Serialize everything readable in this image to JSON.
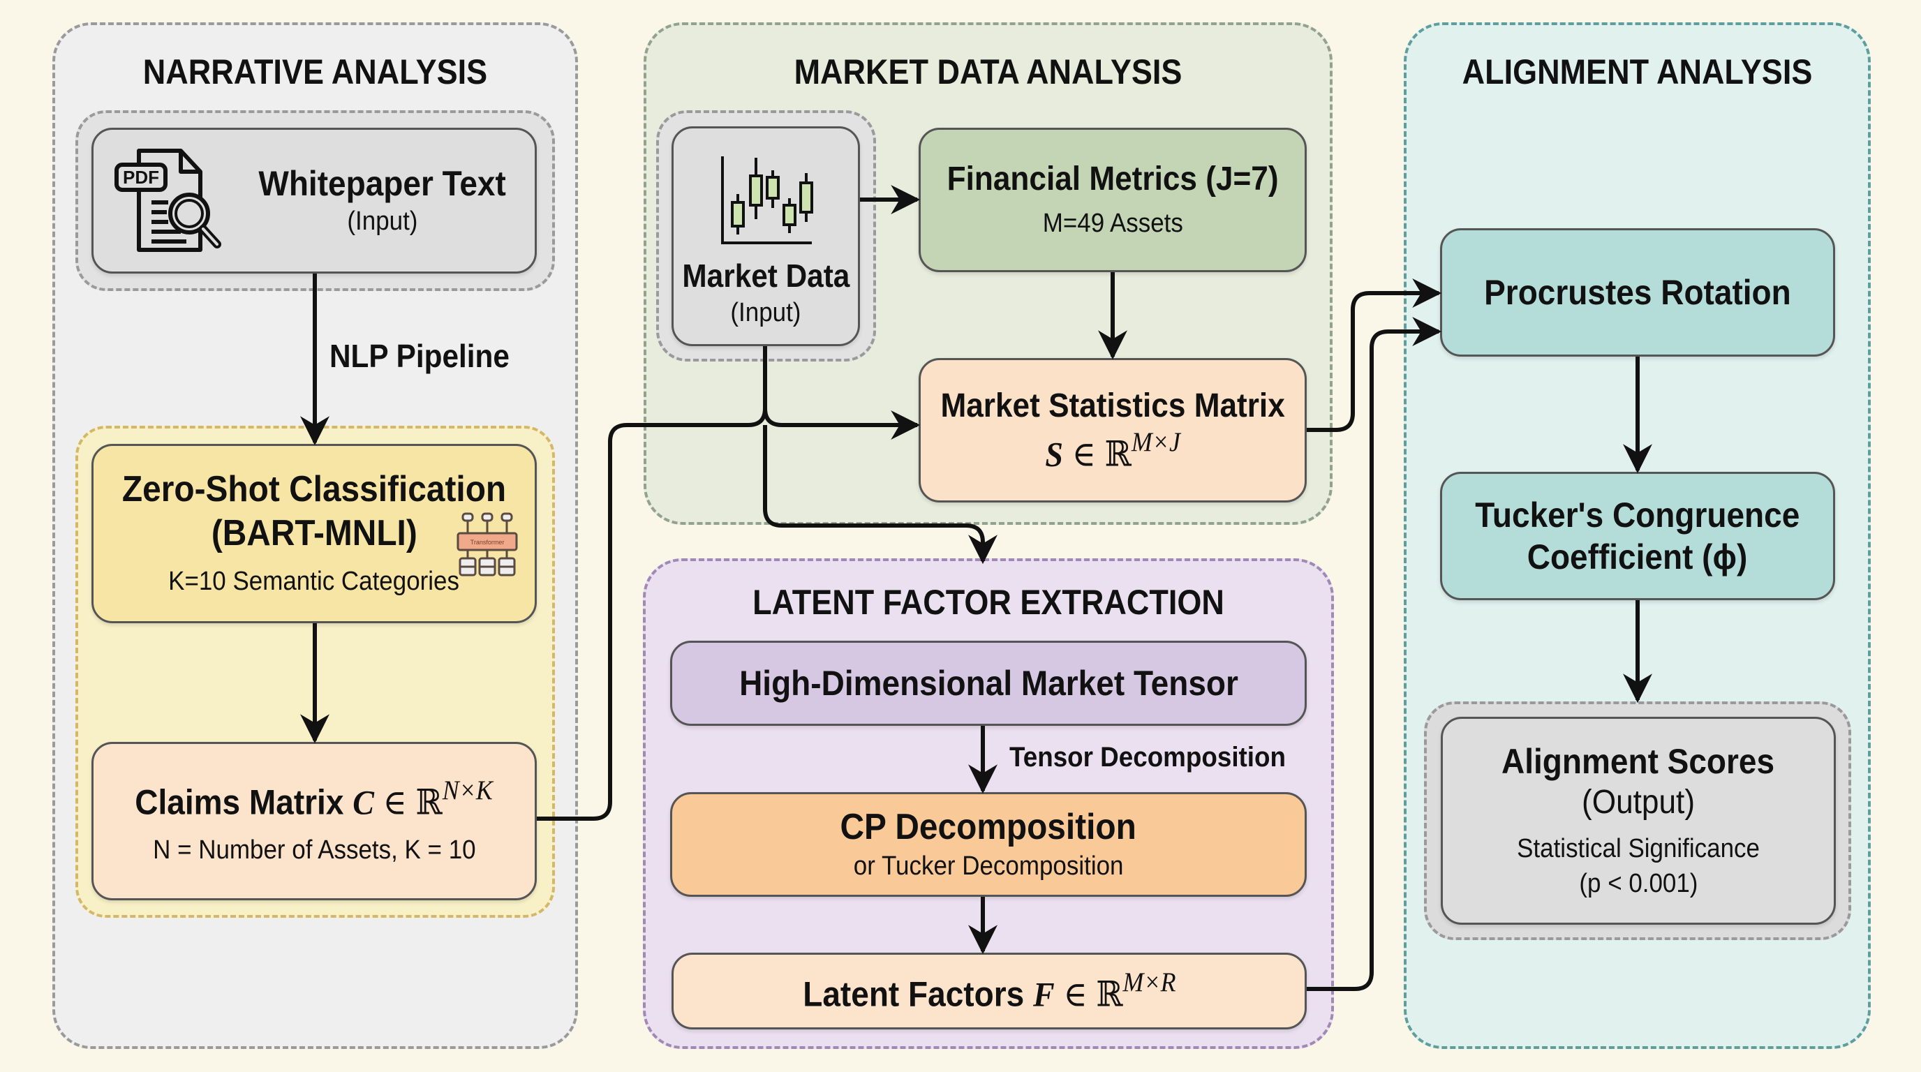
{
  "panels": {
    "narrative": {
      "title": "NARRATIVE ANALYSIS",
      "whitepaper": {
        "icon": "pdf-search-icon",
        "title": "Whitepaper Text",
        "subtitle": "(Input)"
      },
      "edge_label": "NLP Pipeline",
      "zero_shot": {
        "title_line1": "Zero-Shot Classification",
        "title_line2": "(BART-MNLI)",
        "subtitle": "K=10 Semantic Categories",
        "icon": "transformer-icon",
        "icon_label": "Transformer"
      },
      "claims": {
        "title": "Claims Matrix",
        "symbol": "C",
        "member": "∈",
        "set": "ℝ",
        "dims": "N×K",
        "subtitle": "N = Number of Assets, K = 10"
      }
    },
    "market": {
      "title": "MARKET DATA ANALYSIS",
      "market_data": {
        "icon": "candlestick-chart-icon",
        "title": "Market Data",
        "subtitle": "(Input)"
      },
      "financial_metrics": {
        "title": "Financial Metrics (J=7)",
        "subtitle": "M=49 Assets"
      },
      "market_stats": {
        "title": "Market Statistics Matrix",
        "symbol": "S",
        "member": "∈",
        "set": "ℝ",
        "dims": "M×J"
      }
    },
    "latent": {
      "title": "LATENT FACTOR EXTRACTION",
      "tensor": {
        "title": "High-Dimensional Market Tensor"
      },
      "edge_label": "Tensor Decomposition",
      "cp": {
        "title": "CP Decomposition",
        "subtitle": "or Tucker Decomposition"
      },
      "factors": {
        "title": "Latent Factors",
        "symbol": "F",
        "member": "∈",
        "set": "ℝ",
        "dims": "M×R"
      }
    },
    "alignment": {
      "title": "ALIGNMENT ANALYSIS",
      "procrustes": {
        "title": "Procrustes Rotation"
      },
      "tucker": {
        "title_line1": "Tucker's Congruence",
        "title_line2": "Coefficient (ϕ)"
      },
      "scores": {
        "title": "Alignment Scores",
        "subtitle": "(Output)",
        "detail_line1": "Statistical Significance",
        "detail_line2": "(p < 0.001)"
      }
    }
  },
  "colors": {
    "background": "#faf7e9",
    "narrative_panel": "#efefef",
    "market_panel": "#e8ecdc",
    "latent_panel": "#ebe0f0",
    "alignment_panel": "#e0f1ee",
    "input_box": "#dedede",
    "zero_shot_box": "#f6e5a4",
    "matrix_box": "#fbe3cc",
    "financial_box": "#c3d5b5",
    "tensor_box": "#d6c8e2",
    "cp_box": "#f9c998",
    "alignment_box": "#b4dcd8",
    "candle_fill": "#cfe3b0",
    "arrow": "#111111"
  }
}
